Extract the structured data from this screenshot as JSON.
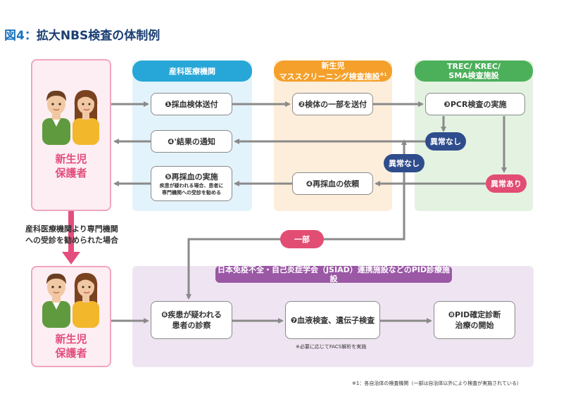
{
  "title": {
    "prefix": "図4：",
    "text": "拡大NBS検査の体制例"
  },
  "guardian": {
    "line1": "新生児",
    "line2": "保護者"
  },
  "referral_label": {
    "line1": "産科医療機関より専門機関",
    "line2": "への受診を勧められた場合"
  },
  "columns": {
    "obstetric": "産科医療機関",
    "screening": {
      "line1": "新生児",
      "line2": "マススクリーニング検査施設",
      "note": "※1"
    },
    "trec": {
      "line1": "TREC/ KREC/",
      "line2": "SMA検査施設"
    },
    "specialist": "日本免疫不全・自己炎症学会（JSIAD）連携施設などのPID診療施設"
  },
  "nodes": {
    "n1": "❶採血検体送付",
    "n2": "❷検体の一部を送付",
    "n3": "❸PCR検査の実施",
    "n4a": "❹'結果の通知",
    "n4": "❹再採血の依頼",
    "n5": {
      "title": "❺再採血の実施",
      "sub1": "疾患が疑われる場合、患者に",
      "sub2": "専門機関への受診を勧める"
    },
    "n6": {
      "line1": "❻疾患が疑われる",
      "line2": "患者の診察"
    },
    "n7": "❼血液検査、遺伝子検査",
    "n8": {
      "line1": "❽PID確定診断",
      "line2": "治療の開始"
    }
  },
  "badges": {
    "normal1": "異常なし",
    "normal2": "異常なし",
    "abnormal": "異常あり",
    "partial": "一部"
  },
  "notes": {
    "facs": "※必要に応じてFACS解析を実施",
    "footnote": "※1：各自治体の検査機関（一部は自治体以外により検査が実施されている）"
  },
  "colors": {
    "blue": "#27a7d7",
    "orange": "#f5a02a",
    "green": "#4cb05b",
    "purple": "#9a58a5",
    "pink": "#e34e7d",
    "navy": "#2f4c8c",
    "arrow": "#8a8a8a"
  }
}
